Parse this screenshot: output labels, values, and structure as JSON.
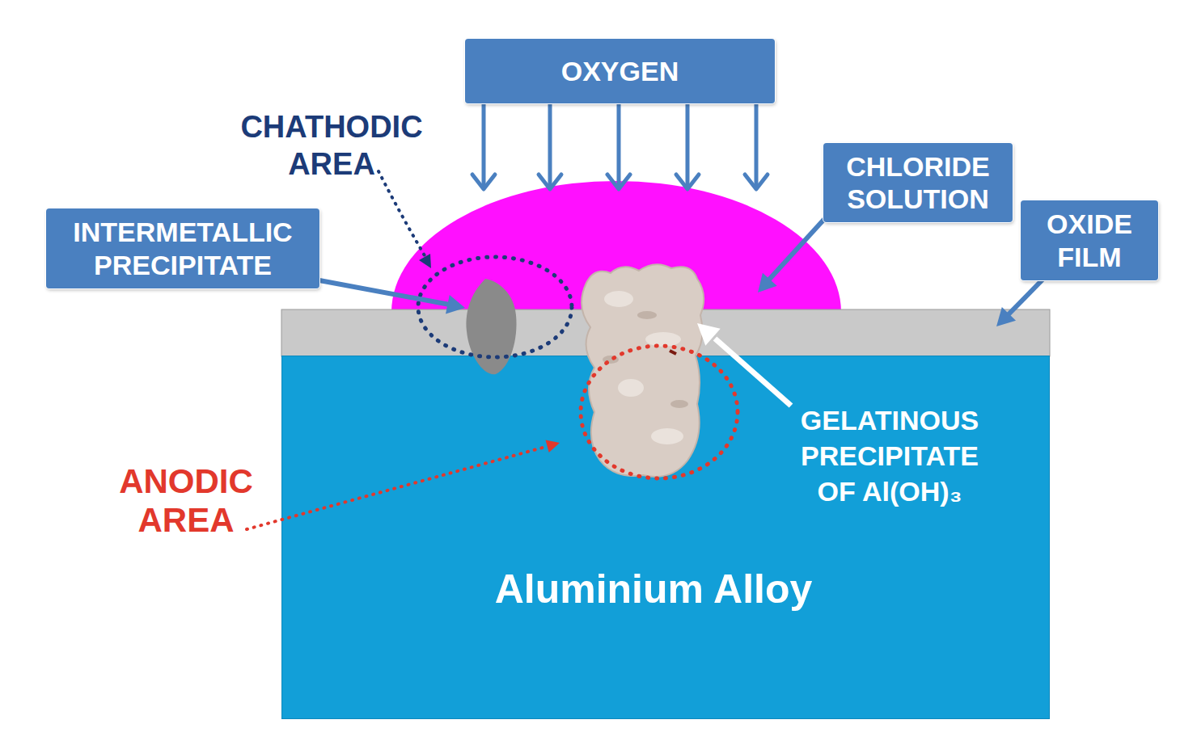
{
  "diagram": {
    "nodes": [
      {
        "text": [
          "OXYGEN"
        ]
      },
      {
        "text": [
          "INTERMETALLIC PRECIPITATE"
        ]
      },
      {
        "text": [
          "CHLORIDE SOLUTION"
        ]
      },
      {
        "text": [
          "OXIDE FILM"
        ]
      },
      {
        "text": [
          "Aluminium Alloy"
        ]
      }
    ],
    "labels": [
      "CHATHODIC AREA",
      "GELATINOUS PRECIPITATE OF Al(OH)₃",
      "ANODIC AREA"
    ]
  }
}
